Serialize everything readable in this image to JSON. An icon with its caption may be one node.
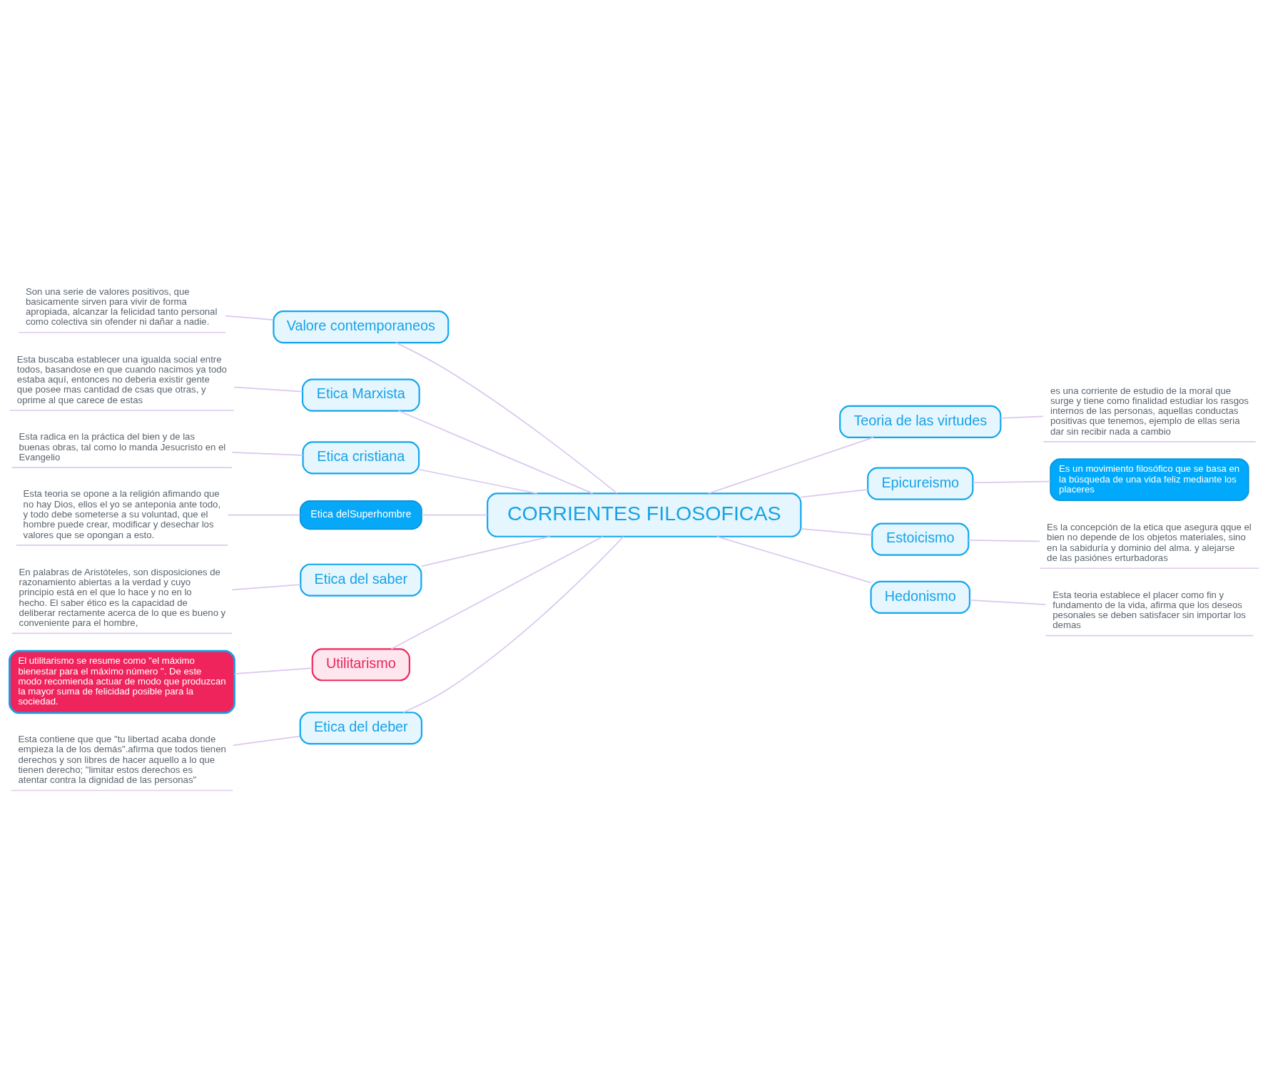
{
  "diagram": {
    "nodes": [
      {
        "text": [
          "CORRIENTES FILOSOFICAS"
        ]
      },
      {
        "text": [
          "Valore contemporaneos"
        ]
      },
      {
        "text": [
          "Son una serie de valores positivos, que basicamente sirven para vivir de forma apropiada, alcanzar la felicidad tanto personal como colectiva sin ofender ni dañar a nadie."
        ]
      },
      {
        "text": [
          "Etica Marxista"
        ]
      },
      {
        "text": [
          "Esta buscaba establecer una igualda social entre todos, basandose en que cuando nacimos ya todo estaba aquí, entonces no deberia existir gente que posee mas cantidad de csas que otras, y oprime al que carece de estas"
        ]
      },
      {
        "text": [
          "Etica cristiana"
        ]
      },
      {
        "text": [
          "Esta radica en la práctica del bien y de las buenas obras, tal como lo manda Jesucristo en el Evangelio"
        ]
      },
      {
        "text": [
          "Etica delSuperhombre"
        ]
      },
      {
        "text": [
          "Esta teoria se opone a la religión afimando que no hay Dios, ellos el yo se anteponia ante todo, y todo debe someterse a su voluntad, que el hombre puede crear, modificar y desechar los valores que se opongan a esto."
        ]
      },
      {
        "text": [
          "Etica del saber"
        ]
      },
      {
        "text": [
          "En palabras de Aristóteles, son disposiciones de razonamiento abiertas a la verdad y cuyo principio está en el que lo hace y no en lo hecho. El saber ético es la capacidad de deliberar rectamente acerca de lo que es bueno y conveniente para el hombre,"
        ]
      },
      {
        "text": [
          "Utilitarismo"
        ]
      },
      {
        "text": [
          "El utilitarismo se resume como \"el máximo bienestar para el máximo número \". De este modo recomienda actuar de modo que produzcan la mayor suma de felicidad posible para la sociedad."
        ]
      },
      {
        "text": [
          "Etica del deber"
        ]
      },
      {
        "text": [
          "Esta contiene que que \"tu libertad acaba donde empieza la de los demás\".afirma que todos tienen derechos y son libres de hacer aquello a lo que tienen derecho; \"limitar estos derechos es atentar contra la dignidad de las personas\""
        ]
      },
      {
        "text": [
          "Teoria de las virtudes"
        ]
      },
      {
        "text": [
          "es una corriente de estudio de la moral que surge y tiene como finalidad estudiar los rasgos internos de las personas, aquellas conductas positivas que tenemos, ejemplo de ellas seria dar sin recibir nada a cambio"
        ]
      },
      {
        "text": [
          "Epicureismo"
        ]
      },
      {
        "text": [
          "Es un movimiento filosófico que se basa en la búsqueda de una vida feliz mediante los placeres"
        ]
      },
      {
        "text": [
          "Estoicismo"
        ]
      },
      {
        "text": [
          "Es la concepción de la etica que asegura qque el bien no depende de los objetos materiales, sino en la sabiduría y dominio del alma. y alejarse de las pasiónes erturbadoras"
        ]
      },
      {
        "text": [
          "Hedonismo"
        ]
      },
      {
        "text": [
          "Esta teoria establece el placer como fin y fundamento de la vida, afirma que los deseos pesonales se deben satisfacer sin importar los demas"
        ]
      }
    ],
    "edges": [
      {
        "from": 1,
        "to": 0,
        "arrow": "none"
      },
      {
        "from": 2,
        "to": 1,
        "arrow": "none"
      },
      {
        "from": 3,
        "to": 0,
        "arrow": "none"
      },
      {
        "from": 4,
        "to": 3,
        "arrow": "none"
      },
      {
        "from": 5,
        "to": 0,
        "arrow": "none"
      },
      {
        "from": 6,
        "to": 5,
        "arrow": "none"
      },
      {
        "from": 7,
        "to": 0,
        "arrow": "none"
      },
      {
        "from": 8,
        "to": 7,
        "arrow": "none"
      },
      {
        "from": 9,
        "to": 0,
        "arrow": "none"
      },
      {
        "from": 10,
        "to": 9,
        "arrow": "none"
      },
      {
        "from": 11,
        "to": 0,
        "arrow": "none"
      },
      {
        "from": 12,
        "to": 11,
        "arrow": "none"
      },
      {
        "from": 13,
        "to": 0,
        "arrow": "none"
      },
      {
        "from": 14,
        "to": 13,
        "arrow": "none"
      },
      {
        "from": 0,
        "to": 15,
        "arrow": "none"
      },
      {
        "from": 15,
        "to": 16,
        "arrow": "none"
      },
      {
        "from": 0,
        "to": 17,
        "arrow": "none"
      },
      {
        "from": 17,
        "to": 18,
        "arrow": "none"
      },
      {
        "from": 0,
        "to": 19,
        "arrow": "none"
      },
      {
        "from": 19,
        "to": 20,
        "arrow": "none"
      },
      {
        "from": 0,
        "to": 21,
        "arrow": "none"
      },
      {
        "from": 21,
        "to": 22,
        "arrow": "none"
      }
    ]
  }
}
